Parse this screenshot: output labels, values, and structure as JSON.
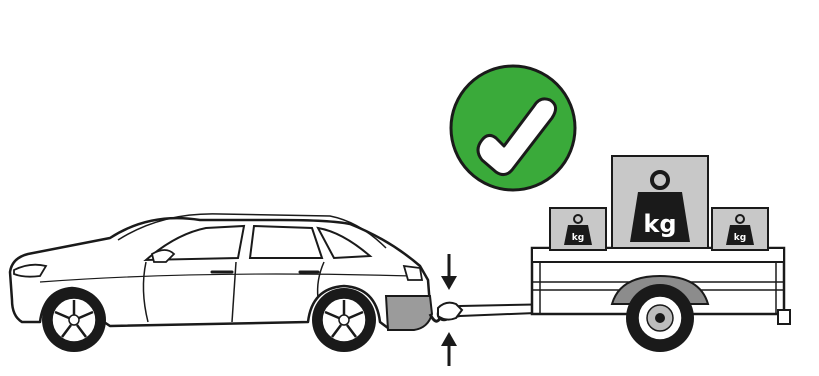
{
  "weights": {
    "left_label": "kg",
    "center_label": "kg",
    "right_label": "kg"
  },
  "status": {
    "icon": "check-icon",
    "color": "#3aaa3a"
  },
  "colors": {
    "outline": "#1a1a1a",
    "box_fill": "#c8c8c8",
    "bumper_fill": "#9b9b9b",
    "tyre": "#1a1a1a",
    "trailer_fender": "#8c8c8c"
  }
}
